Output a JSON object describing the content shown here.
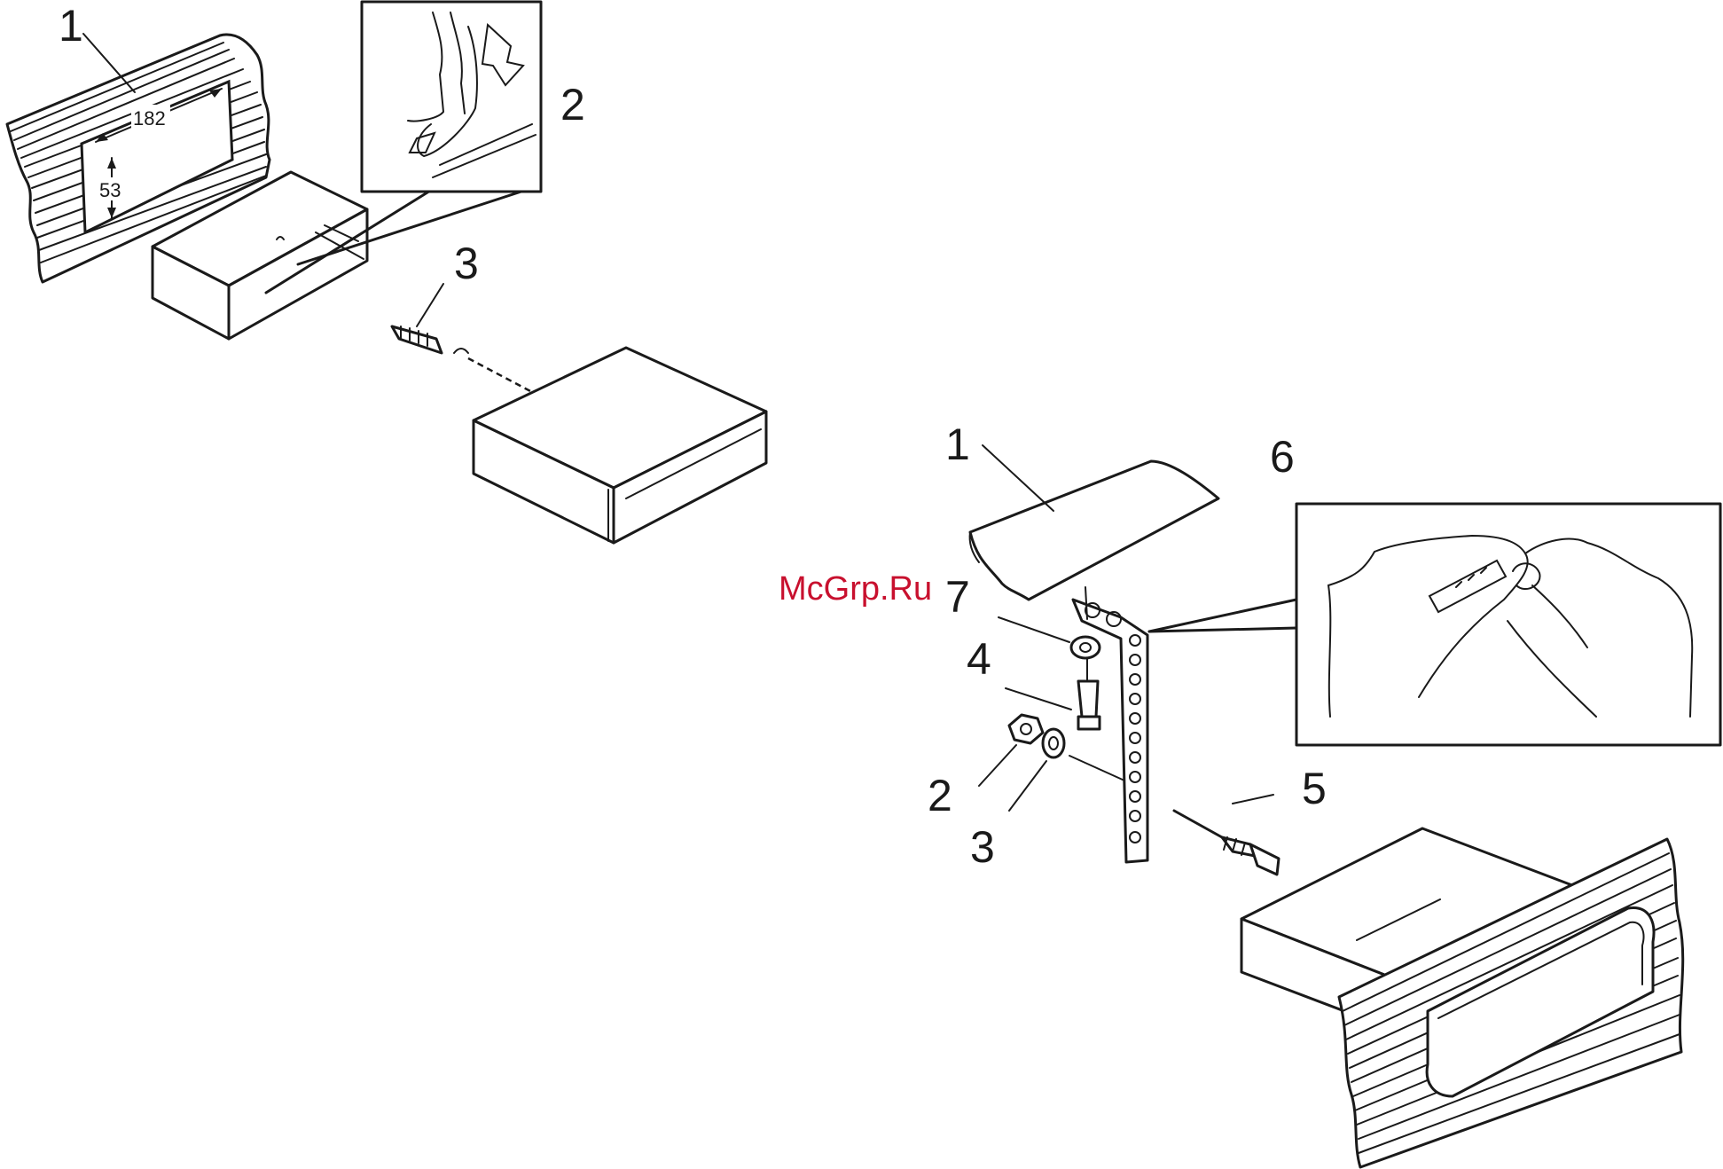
{
  "watermark": "McGrp.Ru",
  "colors": {
    "ink": "#1a1a1a",
    "watermark": "#c8102e",
    "background": "#ffffff"
  },
  "figure_a": {
    "labels": {
      "l1": "1",
      "l2": "2",
      "l3": "3"
    },
    "dimensions": {
      "width": "182",
      "height": "53"
    }
  },
  "figure_b": {
    "labels": {
      "l1": "1",
      "l2": "2",
      "l3": "3",
      "l4": "4",
      "l5": "5",
      "l6": "6",
      "l7": "7"
    }
  }
}
